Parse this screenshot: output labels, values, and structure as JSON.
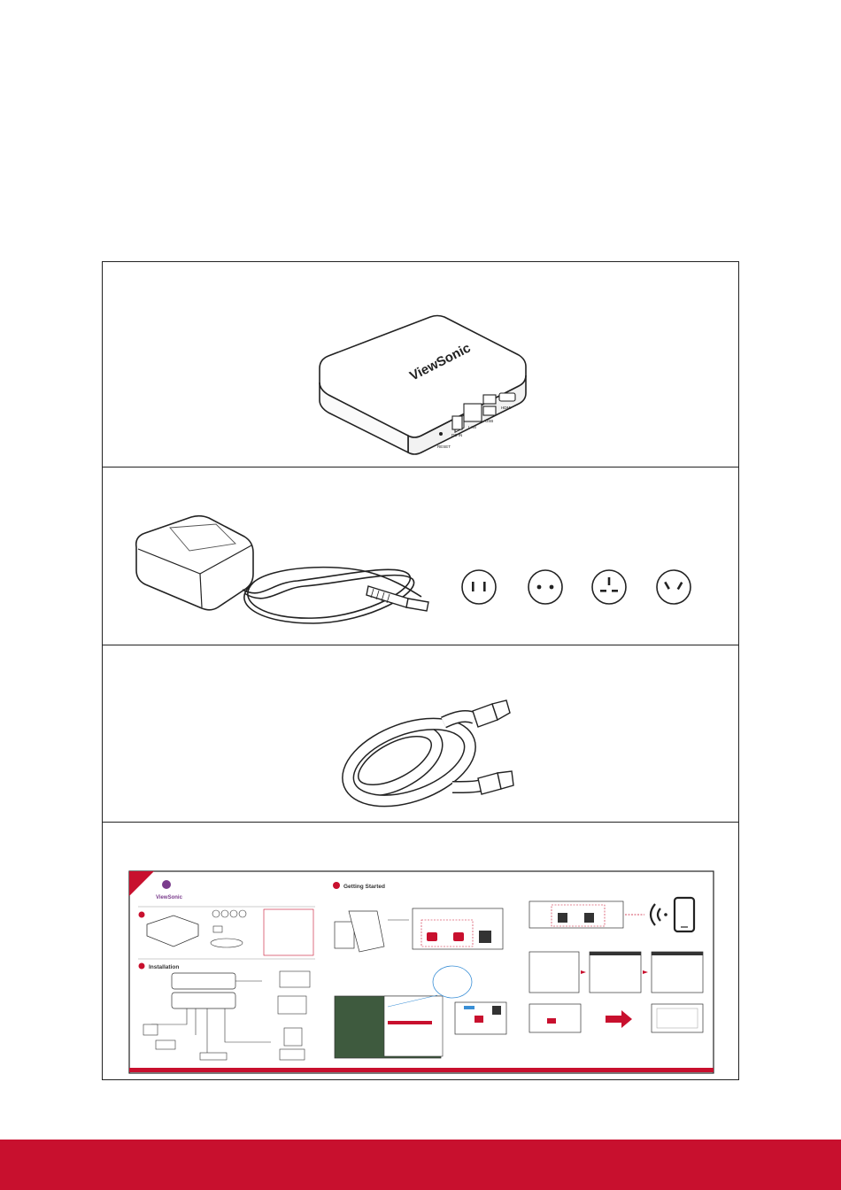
{
  "device": {
    "brand": "ViewSonic",
    "ports": {
      "reset": "RESET",
      "dc_in": "DC IN",
      "lan": "LAN",
      "usb": "USB",
      "hdmi": "HDMI"
    }
  },
  "quick_start_guide": {
    "brand": "ViewSonic",
    "getting_started": "Getting Started",
    "installation": "Installation"
  },
  "colors": {
    "accent": "#c8102e",
    "border": "#222222"
  },
  "icons": [
    "plug-us-icon",
    "plug-eu-icon",
    "plug-uk-icon",
    "plug-au-icon",
    "wifi-icon",
    "smartphone-icon",
    "arrow-right-icon"
  ]
}
